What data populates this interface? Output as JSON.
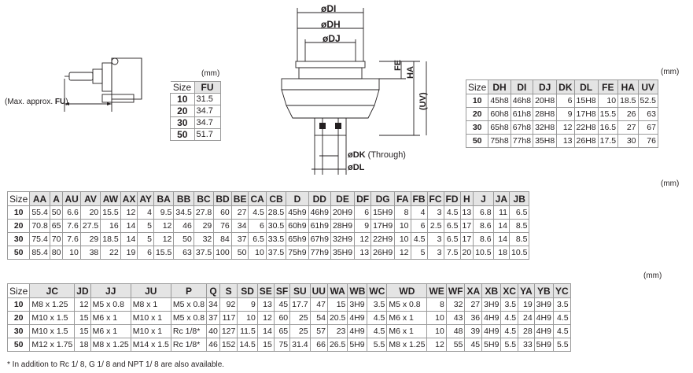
{
  "unit_label": "(mm)",
  "left_drawing": {
    "label_prefix": "(Max. approx. ",
    "label_bold": "FU",
    "label_suffix": ")"
  },
  "center_drawing": {
    "dim_di": "øDI",
    "dim_dh": "øDH",
    "dim_dj": "øDJ",
    "dim_fe": "FE",
    "dim_ha": "HA",
    "dim_uv": "(UV)",
    "dim_dk": "øDK",
    "dim_dk_note": "(Through)",
    "dim_dl": "øDL"
  },
  "table_fu": {
    "headers": [
      "Size",
      "FU"
    ],
    "rows": [
      [
        "10",
        "31.5"
      ],
      [
        "20",
        "34.7"
      ],
      [
        "30",
        "34.7"
      ],
      [
        "50",
        "51.7"
      ]
    ]
  },
  "table_dh": {
    "headers": [
      "Size",
      "DH",
      "DI",
      "DJ",
      "DK",
      "DL",
      "FE",
      "HA",
      "UV"
    ],
    "rows": [
      [
        "10",
        "45h8",
        "46h8",
        "20H8",
        "6",
        "15H8",
        "10",
        "18.5",
        "52.5"
      ],
      [
        "20",
        "60h8",
        "61h8",
        "28H8",
        "9",
        "17H8",
        "15.5",
        "26",
        "63"
      ],
      [
        "30",
        "65h8",
        "67h8",
        "32H8",
        "12",
        "22H8",
        "16.5",
        "27",
        "67"
      ],
      [
        "50",
        "75h8",
        "77h8",
        "35H8",
        "13",
        "26H8",
        "17.5",
        "30",
        "76"
      ]
    ]
  },
  "table_aa": {
    "headers": [
      "Size",
      "AA",
      "A",
      "AU",
      "AV",
      "AW",
      "AX",
      "AY",
      "BA",
      "BB",
      "BC",
      "BD",
      "BE",
      "CA",
      "CB",
      "D",
      "DD",
      "DE",
      "DF",
      "DG",
      "FA",
      "FB",
      "FC",
      "FD",
      "H",
      "J",
      "JA",
      "JB"
    ],
    "rows": [
      [
        "10",
        "55.4",
        "50",
        "6.6",
        "20",
        "15.5",
        "12",
        "4",
        "9.5",
        "34.5",
        "27.8",
        "60",
        "27",
        "4.5",
        "28.5",
        "45h9",
        "46h9",
        "20H9",
        "6",
        "15H9",
        "8",
        "4",
        "3",
        "4.5",
        "13",
        "6.8",
        "11",
        "6.5"
      ],
      [
        "20",
        "70.8",
        "65",
        "7.6",
        "27.5",
        "16",
        "14",
        "5",
        "12",
        "46",
        "29",
        "76",
        "34",
        "6",
        "30.5",
        "60h9",
        "61h9",
        "28H9",
        "9",
        "17H9",
        "10",
        "6",
        "2.5",
        "6.5",
        "17",
        "8.6",
        "14",
        "8.5"
      ],
      [
        "30",
        "75.4",
        "70",
        "7.6",
        "29",
        "18.5",
        "14",
        "5",
        "12",
        "50",
        "32",
        "84",
        "37",
        "6.5",
        "33.5",
        "65h9",
        "67h9",
        "32H9",
        "12",
        "22H9",
        "10",
        "4.5",
        "3",
        "6.5",
        "17",
        "8.6",
        "14",
        "8.5"
      ],
      [
        "50",
        "85.4",
        "80",
        "10",
        "38",
        "22",
        "19",
        "6",
        "15.5",
        "63",
        "37.5",
        "100",
        "50",
        "10",
        "37.5",
        "75h9",
        "77h9",
        "35H9",
        "13",
        "26H9",
        "12",
        "5",
        "3",
        "7.5",
        "20",
        "10.5",
        "18",
        "10.5"
      ]
    ]
  },
  "table_jc": {
    "headers": [
      "Size",
      "JC",
      "JD",
      "JJ",
      "JU",
      "P",
      "Q",
      "S",
      "SD",
      "SE",
      "SF",
      "SU",
      "UU",
      "WA",
      "WB",
      "WC",
      "WD",
      "WE",
      "WF",
      "XA",
      "XB",
      "XC",
      "YA",
      "YB",
      "YC"
    ],
    "rows": [
      [
        "10",
        "M8 x 1.25",
        "12",
        "M5 x 0.8",
        "M8 x 1",
        "M5 x 0.8",
        "34",
        "92",
        "9",
        "13",
        "45",
        "17.7",
        "47",
        "15",
        "3H9",
        "3.5",
        "M5 x 0.8",
        "8",
        "32",
        "27",
        "3H9",
        "3.5",
        "19",
        "3H9",
        "3.5"
      ],
      [
        "20",
        "M10 x 1.5",
        "15",
        "M6 x 1",
        "M10 x 1",
        "M5 x 0.8",
        "37",
        "117",
        "10",
        "12",
        "60",
        "25",
        "54",
        "20.5",
        "4H9",
        "4.5",
        "M6 x 1",
        "10",
        "43",
        "36",
        "4H9",
        "4.5",
        "24",
        "4H9",
        "4.5"
      ],
      [
        "30",
        "M10 x 1.5",
        "15",
        "M6 x 1",
        "M10 x 1",
        "Rc 1/8*",
        "40",
        "127",
        "11.5",
        "14",
        "65",
        "25",
        "57",
        "23",
        "4H9",
        "4.5",
        "M6 x 1",
        "10",
        "48",
        "39",
        "4H9",
        "4.5",
        "28",
        "4H9",
        "4.5"
      ],
      [
        "50",
        "M12 x 1.75",
        "18",
        "M8 x 1.25",
        "M14 x 1.5",
        "Rc 1/8*",
        "46",
        "152",
        "14.5",
        "15",
        "75",
        "31.4",
        "66",
        "26.5",
        "5H9",
        "5.5",
        "M8 x 1.25",
        "12",
        "55",
        "45",
        "5H9",
        "5.5",
        "33",
        "5H9",
        "5.5"
      ]
    ]
  },
  "footnote": "* In addition to Rc 1/ 8, G 1/ 8 and NPT 1/ 8 are also available."
}
